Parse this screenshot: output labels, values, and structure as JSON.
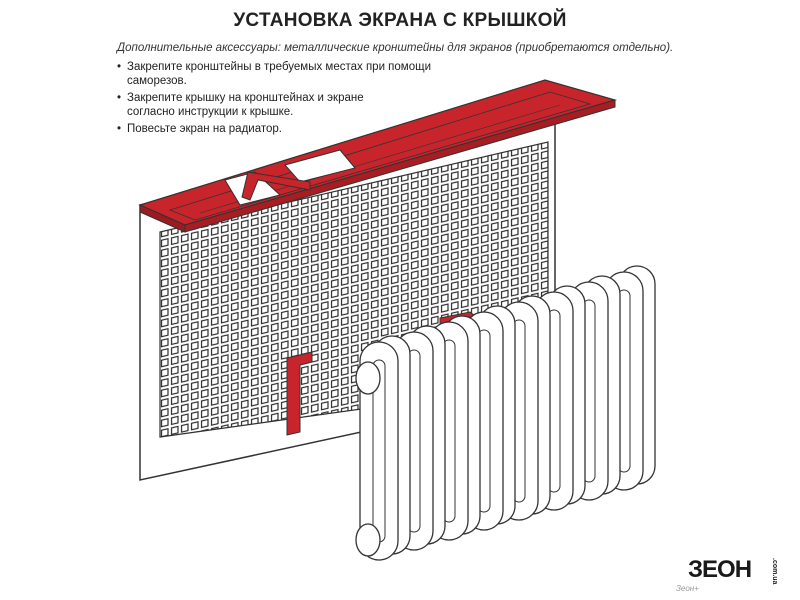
{
  "heading": "УСТАНОВКА ЭКРАНА С КРЫШКОЙ",
  "subheading": "Дополнительные аксессуары: металлические кронштейны для экранов (приобретаются отдельно).",
  "steps": [
    {
      "line1": "Закрепите кронштейны в требуемых местах при помощи",
      "line2": "саморезов."
    },
    {
      "line1": "Закрепите крышку на кронштейнах и экране",
      "line2": "согласно инструкции к крышке."
    },
    {
      "line1": "Повесьте экран на радиатор.",
      "line2": ""
    }
  ],
  "bullet_char": "•",
  "logo": {
    "main": "ЗЕОН",
    "side": ".com.ua"
  },
  "watermark": "Зеон+",
  "colors": {
    "accent_red": "#c8242b",
    "outline": "#333333",
    "panel": "#ffffff"
  }
}
